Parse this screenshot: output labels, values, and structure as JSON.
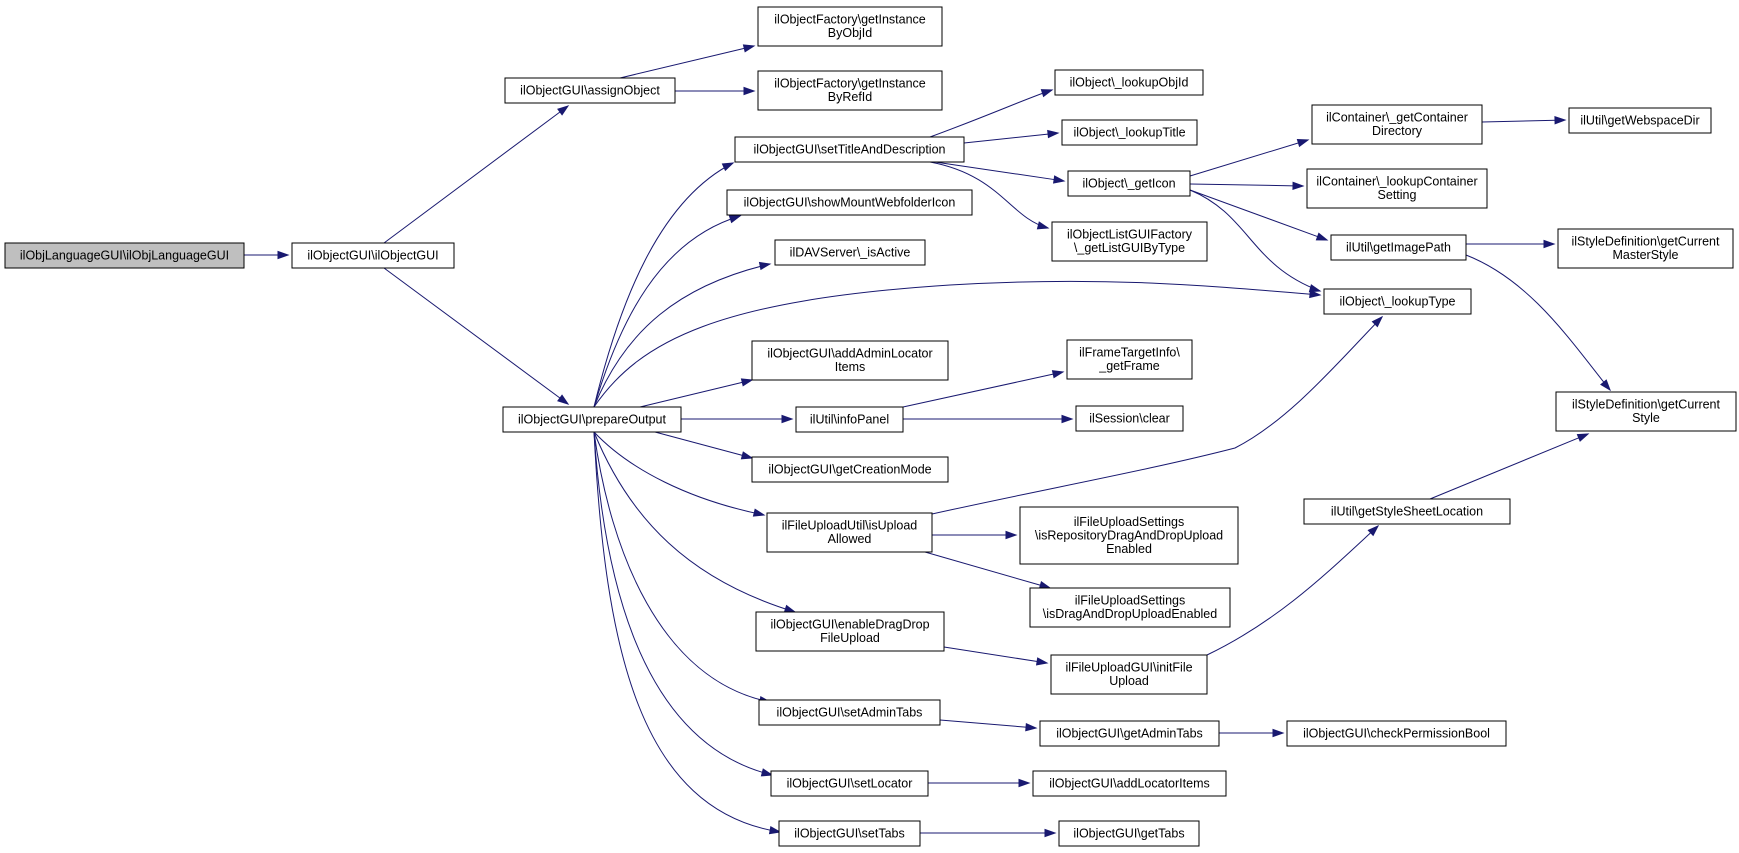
{
  "diagram": {
    "type": "call-graph",
    "colors": {
      "edge": "#191970",
      "node_fill": "#ffffff",
      "root_fill": "#bfbfbf",
      "node_border": "#000000"
    },
    "nodes": [
      {
        "id": "root",
        "lines": [
          "ilObjLanguageGUI\\ilObjLanguageGUI"
        ],
        "highlight": true
      },
      {
        "id": "ctor",
        "lines": [
          "ilObjectGUI\\ilObjectGUI"
        ]
      },
      {
        "id": "assign",
        "lines": [
          "ilObjectGUI\\assignObject"
        ]
      },
      {
        "id": "prep",
        "lines": [
          "ilObjectGUI\\prepareOutput"
        ]
      },
      {
        "id": "factObj",
        "lines": [
          "ilObjectFactory\\getInstance",
          "ByObjId"
        ]
      },
      {
        "id": "factRef",
        "lines": [
          "ilObjectFactory\\getInstance",
          "ByRefId"
        ]
      },
      {
        "id": "setTitle",
        "lines": [
          "ilObjectGUI\\setTitleAndDescription"
        ]
      },
      {
        "id": "showMount",
        "lines": [
          "ilObjectGUI\\showMountWebfolderIcon"
        ]
      },
      {
        "id": "dav",
        "lines": [
          "ilDAVServer\\_isActive"
        ]
      },
      {
        "id": "adminLoc",
        "lines": [
          "ilObjectGUI\\addAdminLocator",
          "Items"
        ]
      },
      {
        "id": "infoPanel",
        "lines": [
          "ilUtil\\infoPanel"
        ]
      },
      {
        "id": "creation",
        "lines": [
          "ilObjectGUI\\getCreationMode"
        ]
      },
      {
        "id": "isUpload",
        "lines": [
          "ilFileUploadUtil\\isUpload",
          "Allowed"
        ]
      },
      {
        "id": "enableDD",
        "lines": [
          "ilObjectGUI\\enableDragDrop",
          "FileUpload"
        ]
      },
      {
        "id": "setAdminTabs",
        "lines": [
          "ilObjectGUI\\setAdminTabs"
        ]
      },
      {
        "id": "setLocator",
        "lines": [
          "ilObjectGUI\\setLocator"
        ]
      },
      {
        "id": "setTabs",
        "lines": [
          "ilObjectGUI\\setTabs"
        ]
      },
      {
        "id": "lookupObjId",
        "lines": [
          "ilObject\\_lookupObjId"
        ]
      },
      {
        "id": "lookupTitle",
        "lines": [
          "ilObject\\_lookupTitle"
        ]
      },
      {
        "id": "getIcon",
        "lines": [
          "ilObject\\_getIcon"
        ]
      },
      {
        "id": "listGUI",
        "lines": [
          "ilObjectListGUIFactory",
          "\\_getListGUIByType"
        ]
      },
      {
        "id": "frame",
        "lines": [
          "ilFrameTargetInfo\\",
          "_getFrame"
        ]
      },
      {
        "id": "session",
        "lines": [
          "ilSession\\clear"
        ]
      },
      {
        "id": "repoDD",
        "lines": [
          "ilFileUploadSettings",
          "\\isRepositoryDragAndDropUpload",
          "Enabled"
        ]
      },
      {
        "id": "ddEnabled",
        "lines": [
          "ilFileUploadSettings",
          "\\isDragAndDropUploadEnabled"
        ]
      },
      {
        "id": "initFile",
        "lines": [
          "ilFileUploadGUI\\initFile",
          "Upload"
        ]
      },
      {
        "id": "getAdminTabs",
        "lines": [
          "ilObjectGUI\\getAdminTabs"
        ]
      },
      {
        "id": "addLocItems",
        "lines": [
          "ilObjectGUI\\addLocatorItems"
        ]
      },
      {
        "id": "getTabs",
        "lines": [
          "ilObjectGUI\\getTabs"
        ]
      },
      {
        "id": "contDir",
        "lines": [
          "ilContainer\\_getContainer",
          "Directory"
        ]
      },
      {
        "id": "contSetting",
        "lines": [
          "ilContainer\\_lookupContainer",
          "Setting"
        ]
      },
      {
        "id": "imagePath",
        "lines": [
          "ilUtil\\getImagePath"
        ]
      },
      {
        "id": "lookupType",
        "lines": [
          "ilObject\\_lookupType"
        ]
      },
      {
        "id": "styleSheet",
        "lines": [
          "ilUtil\\getStyleSheetLocation"
        ]
      },
      {
        "id": "checkPerm",
        "lines": [
          "ilObjectGUI\\checkPermissionBool"
        ]
      },
      {
        "id": "webspace",
        "lines": [
          "ilUtil\\getWebspaceDir"
        ]
      },
      {
        "id": "masterStyle",
        "lines": [
          "ilStyleDefinition\\getCurrent",
          "MasterStyle"
        ]
      },
      {
        "id": "curStyle",
        "lines": [
          "ilStyleDefinition\\getCurrent",
          "Style"
        ]
      }
    ],
    "edges": [
      [
        "root",
        "ctor"
      ],
      [
        "ctor",
        "assign"
      ],
      [
        "ctor",
        "prep"
      ],
      [
        "assign",
        "factObj"
      ],
      [
        "assign",
        "factRef"
      ],
      [
        "prep",
        "setTitle"
      ],
      [
        "prep",
        "showMount"
      ],
      [
        "prep",
        "dav"
      ],
      [
        "prep",
        "lookupType"
      ],
      [
        "prep",
        "adminLoc"
      ],
      [
        "prep",
        "infoPanel"
      ],
      [
        "prep",
        "creation"
      ],
      [
        "prep",
        "isUpload"
      ],
      [
        "prep",
        "enableDD"
      ],
      [
        "prep",
        "setAdminTabs"
      ],
      [
        "prep",
        "setLocator"
      ],
      [
        "prep",
        "setTabs"
      ],
      [
        "setTitle",
        "lookupObjId"
      ],
      [
        "setTitle",
        "lookupTitle"
      ],
      [
        "setTitle",
        "getIcon"
      ],
      [
        "setTitle",
        "listGUI"
      ],
      [
        "getIcon",
        "contDir"
      ],
      [
        "getIcon",
        "contSetting"
      ],
      [
        "getIcon",
        "imagePath"
      ],
      [
        "getIcon",
        "lookupType"
      ],
      [
        "contDir",
        "webspace"
      ],
      [
        "imagePath",
        "masterStyle"
      ],
      [
        "imagePath",
        "curStyle"
      ],
      [
        "infoPanel",
        "frame"
      ],
      [
        "infoPanel",
        "session"
      ],
      [
        "isUpload",
        "lookupType"
      ],
      [
        "isUpload",
        "repoDD"
      ],
      [
        "isUpload",
        "ddEnabled"
      ],
      [
        "enableDD",
        "initFile"
      ],
      [
        "initFile",
        "styleSheet"
      ],
      [
        "styleSheet",
        "curStyle"
      ],
      [
        "setAdminTabs",
        "getAdminTabs"
      ],
      [
        "getAdminTabs",
        "checkPerm"
      ],
      [
        "setLocator",
        "addLocItems"
      ],
      [
        "setTabs",
        "getTabs"
      ]
    ]
  }
}
